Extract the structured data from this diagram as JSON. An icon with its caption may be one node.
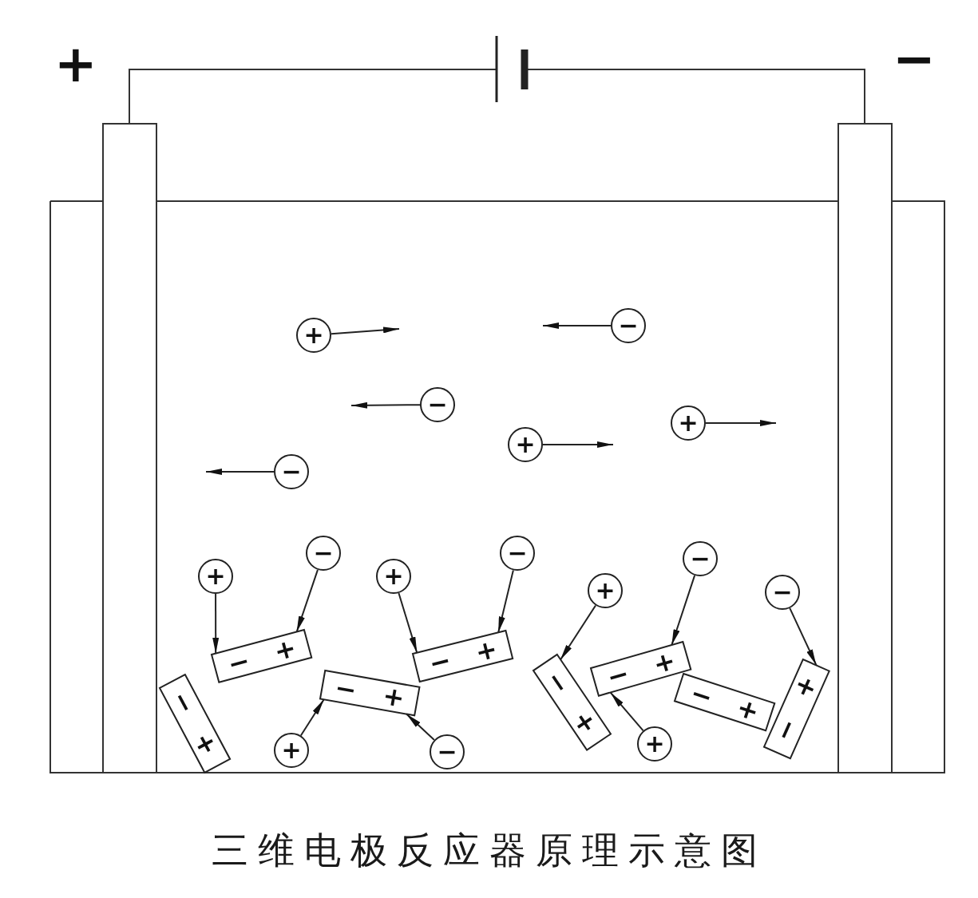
{
  "diagram": {
    "caption": "三维电极反应器原理示意图",
    "nodes": [
      {
        "text": [
          "+"
        ]
      },
      {
        "text": [
          "−"
        ]
      },
      {
        "text": [
          "−"
        ]
      },
      {
        "text": [
          "+"
        ]
      },
      {
        "text": [
          "+"
        ]
      },
      {
        "text": [
          "−"
        ]
      },
      {
        "text": [
          "−"
        ]
      },
      {
        "text": [
          "−"
        ]
      },
      {
        "text": [
          "−"
        ]
      },
      {
        "text": [
          "+"
        ]
      },
      {
        "text": [
          "+"
        ]
      },
      {
        "text": [
          "+"
        ]
      },
      {
        "text": [
          "−"
        ]
      },
      {
        "text": [
          "−",
          "+"
        ]
      },
      {
        "text": [
          "−",
          "+"
        ]
      },
      {
        "text": [
          "−",
          "+"
        ]
      },
      {
        "text": [
          "−",
          "+"
        ]
      },
      {
        "text": [
          "−",
          "+"
        ]
      },
      {
        "text": [
          "−",
          "+"
        ]
      },
      {
        "text": [
          "+",
          "−"
        ]
      },
      {
        "text": [
          "−",
          "+"
        ]
      },
      {
        "text": [
          "+"
        ]
      },
      {
        "text": [
          "−"
        ]
      },
      {
        "text": [
          "+"
        ]
      }
    ],
    "edges": [
      {
        "from": 0,
        "to": null,
        "arrow": "to"
      },
      {
        "from": 1,
        "to": null,
        "arrow": "to"
      },
      {
        "from": 2,
        "to": null,
        "arrow": "to"
      },
      {
        "from": 3,
        "to": null,
        "arrow": "to"
      },
      {
        "from": 4,
        "to": null,
        "arrow": "to"
      },
      {
        "from": 5,
        "to": null,
        "arrow": "to"
      },
      {
        "from": 9,
        "to": 13,
        "arrow": "to"
      },
      {
        "from": 6,
        "to": 13,
        "arrow": "to"
      },
      {
        "from": 10,
        "to": 14,
        "arrow": "to"
      },
      {
        "from": 7,
        "to": 14,
        "arrow": "to"
      },
      {
        "from": 11,
        "to": 17,
        "arrow": "to"
      },
      {
        "from": 8,
        "to": 15,
        "arrow": "to"
      },
      {
        "from": 12,
        "to": 19,
        "arrow": "to"
      },
      {
        "from": 21,
        "to": 16,
        "arrow": "to"
      },
      {
        "from": 22,
        "to": 16,
        "arrow": "to"
      },
      {
        "from": 23,
        "to": 15,
        "arrow": "to"
      }
    ],
    "labels": [
      "+",
      "−"
    ]
  }
}
